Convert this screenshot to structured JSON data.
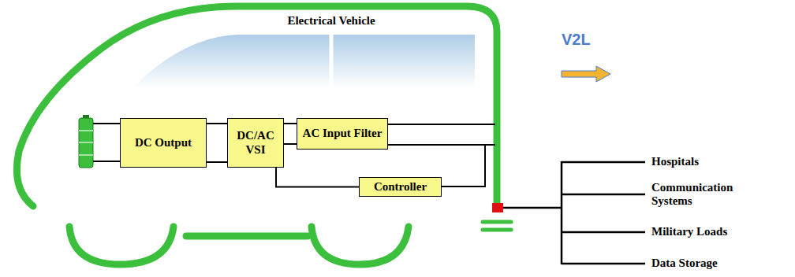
{
  "diagram": {
    "nodes": [
      {
        "text": [
          "DC Output"
        ]
      },
      {
        "text": [
          "DC/AC VSI"
        ]
      },
      {
        "text": [
          "AC Input Filter"
        ]
      },
      {
        "text": [
          "Controller"
        ]
      }
    ],
    "edges": [
      {
        "from": 0,
        "to": 1,
        "arrow": "none"
      },
      {
        "from": 1,
        "to": 2,
        "arrow": "none"
      },
      {
        "from": 1,
        "to": 3,
        "arrow": "none"
      }
    ],
    "labels": [
      "Electrical Vehicle",
      "V2L",
      "Hospitals",
      "Communication Systems",
      "Military Loads",
      "Data Storage"
    ]
  }
}
